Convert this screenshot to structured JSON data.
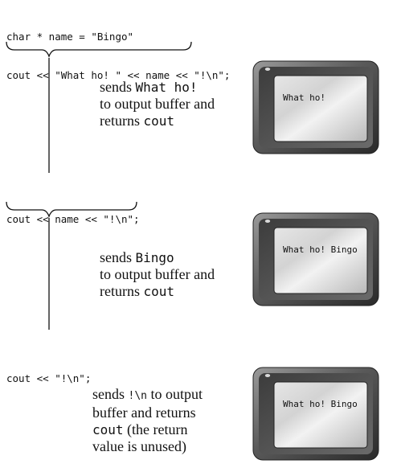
{
  "step1": {
    "code_line1": "char * name = \"Bingo\"",
    "code_line2": "cout << \"What ho! \" << name << \"!\\n\";",
    "desc_pre": "sends ",
    "desc_code": "What ho!",
    "desc_line2": "to output buffer and",
    "desc_line3_pre": "returns ",
    "desc_line3_code": "cout",
    "screen_text": "What ho!"
  },
  "step2": {
    "code_line": "cout << name << \"!\\n\";",
    "desc_pre": "sends ",
    "desc_code": "Bingo",
    "desc_line2": "to output buffer and",
    "desc_line3_pre": "returns ",
    "desc_line3_code": "cout",
    "screen_text": "What ho! Bingo"
  },
  "step3": {
    "code_line": "cout << \"!\\n\";",
    "desc_pre": "sends ",
    "desc_code": "!\\n",
    "desc_post": " to output",
    "desc_line2": "buffer and returns",
    "desc_line3_code": "cout",
    "desc_line3_post": " (the return",
    "desc_line4": "value is unused)",
    "screen_text": "What ho! Bingo"
  }
}
